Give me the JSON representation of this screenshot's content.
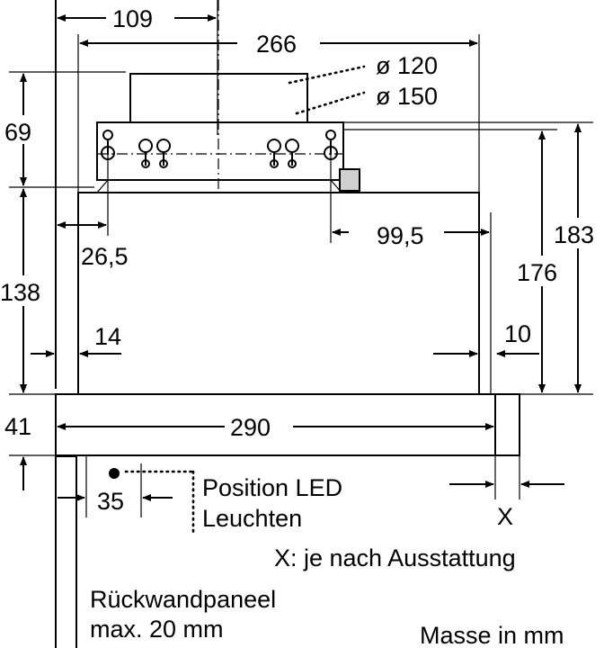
{
  "dimensions": {
    "width_109": "109",
    "width_266": "266",
    "dia_120": "ø 120",
    "dia_150": "ø 150",
    "height_69": "69",
    "height_138": "138",
    "height_41": "41",
    "offset_26_5": "26,5",
    "offset_14": "14",
    "offset_99_5": "99,5",
    "offset_10": "10",
    "height_176": "176",
    "height_183": "183",
    "depth_290": "290",
    "led_35": "35",
    "variable_x": "X"
  },
  "notes": {
    "led_position_line1": "Position LED",
    "led_position_line2": "Leuchten",
    "x_note": "X: je nach Ausstattung",
    "back_panel_line1": "Rückwandpaneel",
    "back_panel_line2": "max. 20 mm",
    "units": "Masse in mm"
  }
}
